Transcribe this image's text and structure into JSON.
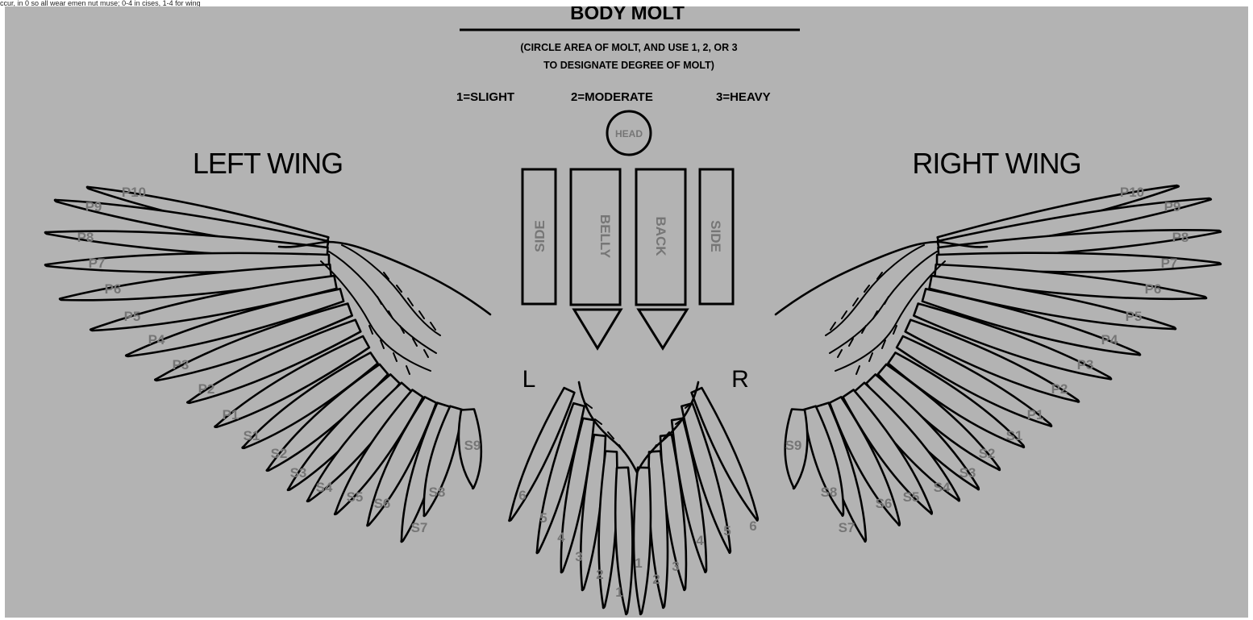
{
  "caption": "ccur, in 0 so all wear emen nut muse; 0-4 in cises, 1-4 for wing",
  "header": {
    "title": "BODY MOLT",
    "instruction_line1": "(CIRCLE AREA OF MOLT, AND USE 1, 2, OR 3",
    "instruction_line2": "TO DESIGNATE DEGREE OF MOLT)",
    "scale": [
      "1=SLIGHT",
      "2=MODERATE",
      "3=HEAVY"
    ]
  },
  "body": {
    "head": "HEAD",
    "side_left": "SIDE",
    "belly": "BELLY",
    "back": "BACK",
    "side_right": "SIDE",
    "left_marker": "L",
    "right_marker": "R"
  },
  "left_wing": {
    "title": "LEFT WING",
    "primaries": [
      "P10",
      "P9",
      "P8",
      "P7",
      "P6",
      "P5",
      "P4",
      "P3",
      "P2",
      "P1"
    ],
    "secondaries": [
      "S1",
      "S2",
      "S3",
      "S4",
      "S5",
      "S6",
      "S7",
      "S8",
      "S9"
    ]
  },
  "right_wing": {
    "title": "RIGHT WING",
    "primaries": [
      "P10",
      "P9",
      "P8",
      "P7",
      "P6",
      "P5",
      "P4",
      "P3",
      "P2",
      "P1"
    ],
    "secondaries": [
      "S1",
      "S2",
      "S3",
      "S4",
      "S5",
      "S6",
      "S7",
      "S8",
      "S9"
    ]
  },
  "tail": {
    "left_feathers": [
      "6",
      "5",
      "4",
      "3",
      "2",
      "1"
    ],
    "right_feathers": [
      "1",
      "2",
      "3",
      "4",
      "5",
      "6"
    ]
  },
  "colors": {
    "background": "#b3b3b3",
    "ink": "#000000",
    "label_gray": "#767676"
  }
}
